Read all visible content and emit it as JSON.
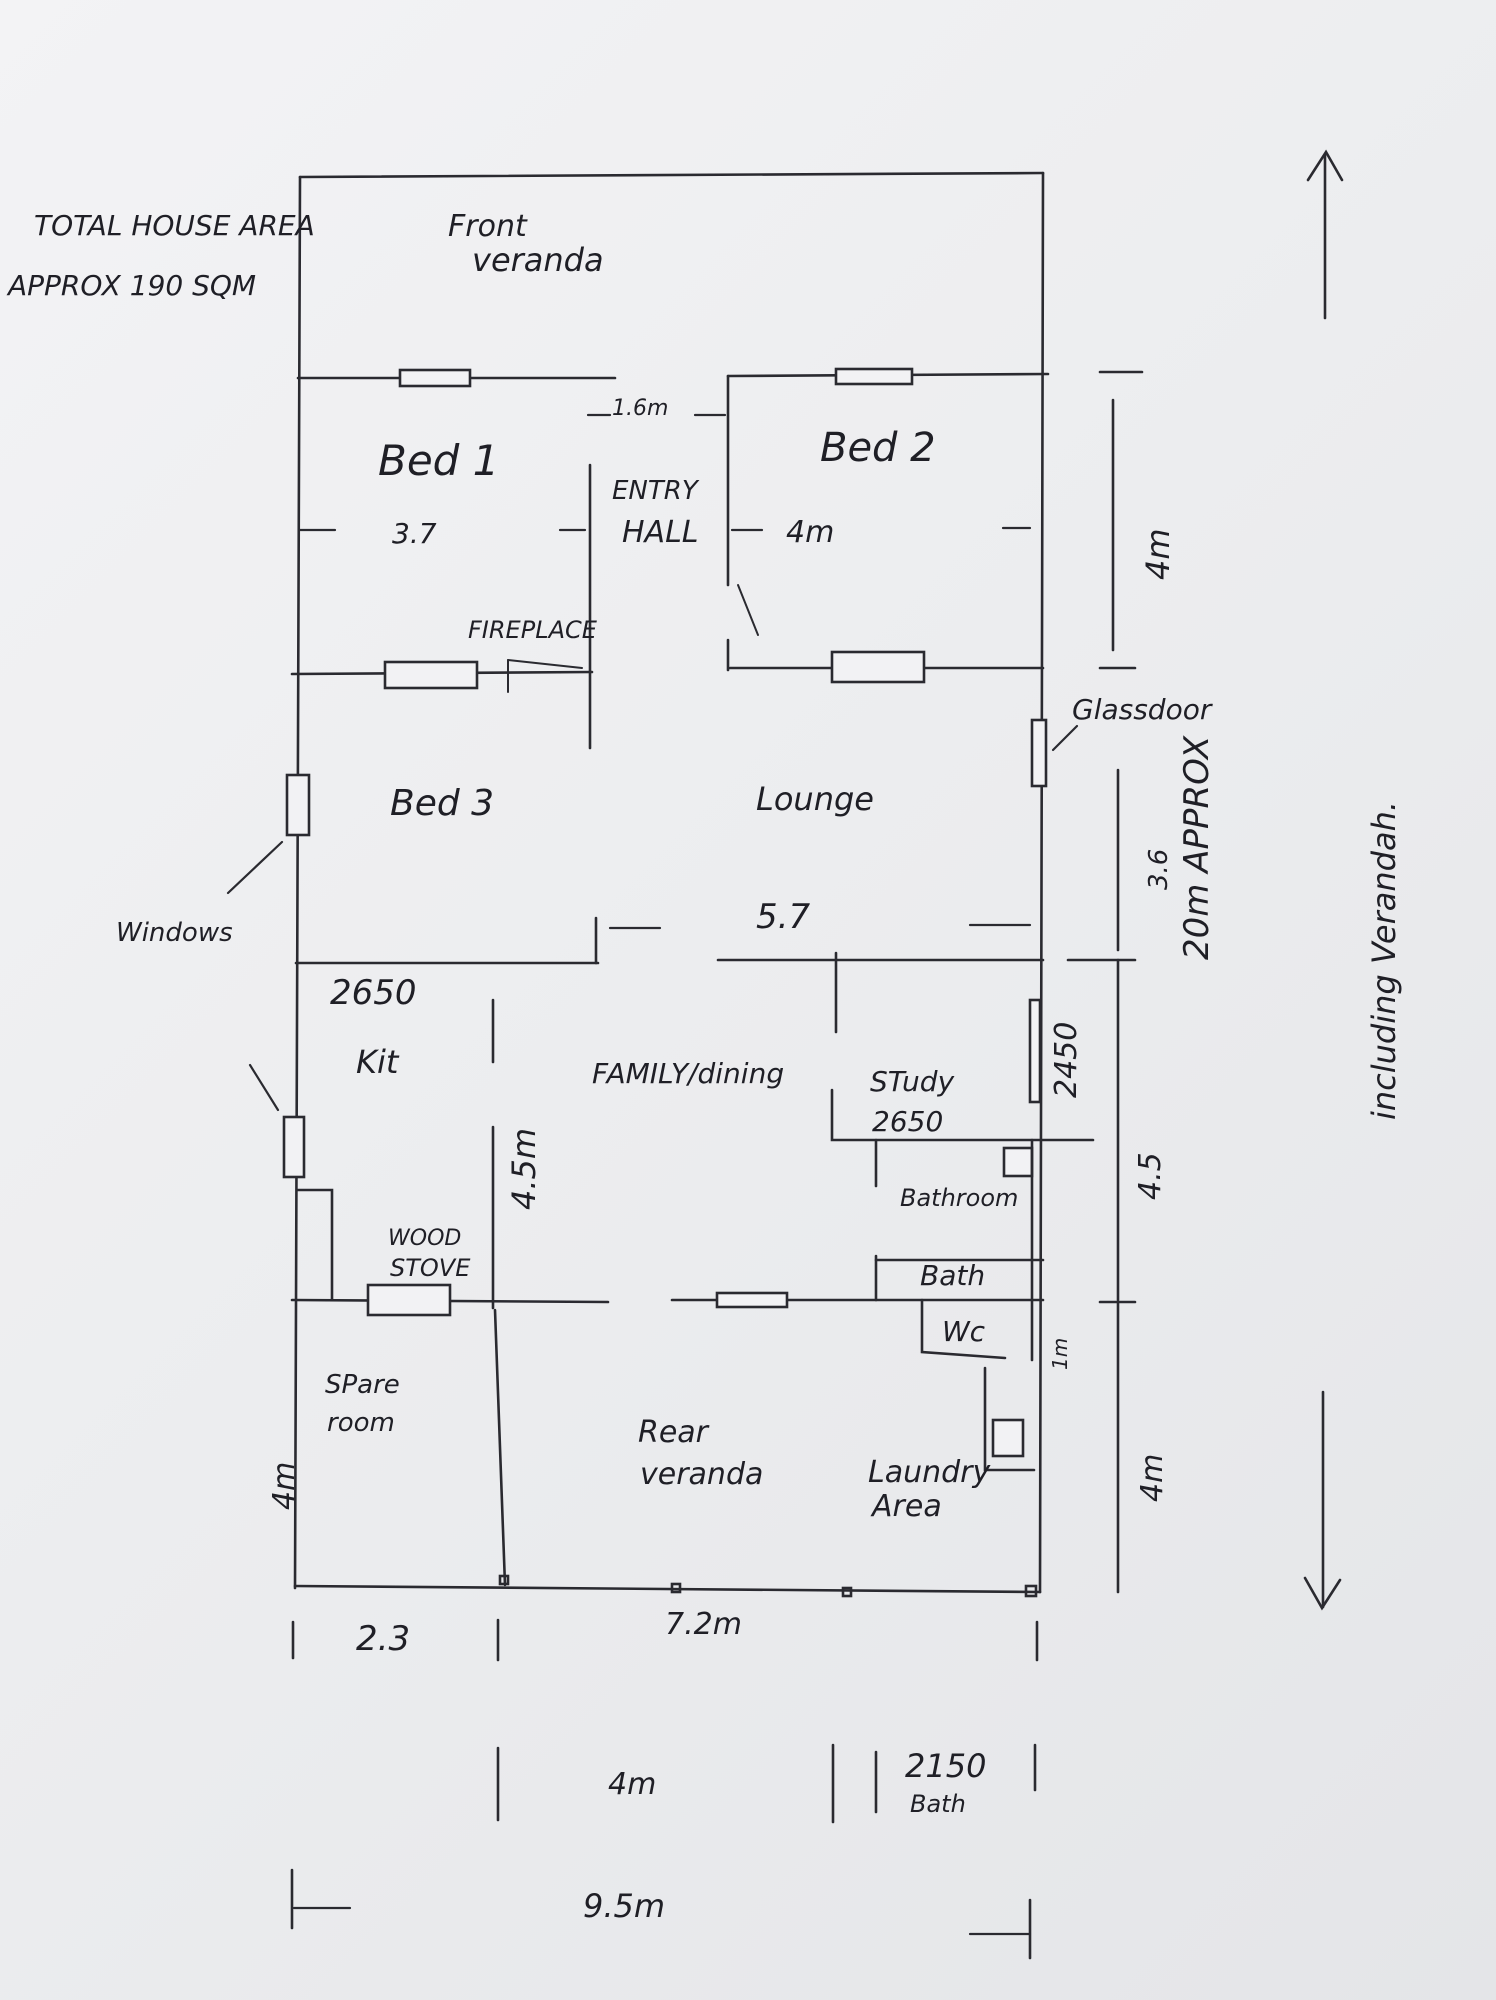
{
  "colors": {
    "paper": "#ecedef",
    "ink": "#2a2a30"
  },
  "notes": {
    "total_area_line1": "TOTAL HOUSE AREA",
    "total_area_line2": "APPROX 190 SQM",
    "overall_length_line1": "20m APPROX",
    "overall_length_line2": "including Verandah."
  },
  "rooms": {
    "front_veranda": [
      "Front",
      "veranda"
    ],
    "bed1": "Bed 1",
    "bed2": "Bed 2",
    "entry_hall": [
      "ENTRY",
      "HALL"
    ],
    "fireplace": "FIREPLACE",
    "bed3": "Bed 3",
    "lounge": "Lounge",
    "kitchen": "Kit",
    "family_dining": "FAMILY/dining",
    "study": "STudy",
    "bathroom": "Bathroom",
    "bath": "Bath",
    "wc": "Wc",
    "wood_stove": [
      "WOOD",
      "STOVE"
    ],
    "spare_room": [
      "SPare",
      "room"
    ],
    "rear_veranda": [
      "Rear",
      "veranda"
    ],
    "laundry": [
      "Laundry",
      "Area"
    ]
  },
  "annotations": {
    "windows": "Windows",
    "glass_door": "Glassdoor"
  },
  "dimensions": {
    "entry_width": "1.6m",
    "bed1_width": "3.7",
    "bed2_width": "4m",
    "bed2_depth": "4m",
    "lounge_width": "5.7",
    "lounge_depth": "3.6",
    "kitchen_width": "2650",
    "kitchen_depth": "4.5m",
    "study_width": "2650",
    "study_depth": "2450",
    "family_depth": "4.5",
    "wc_width": "1m",
    "rear_depth": "4m",
    "spare_depth": "4m",
    "spare_width": "2.3",
    "rear_width": "7.2m",
    "middle_width": "4m",
    "bath_width": "2150",
    "bath_width_label": "Bath",
    "total_width": "9.5m"
  }
}
